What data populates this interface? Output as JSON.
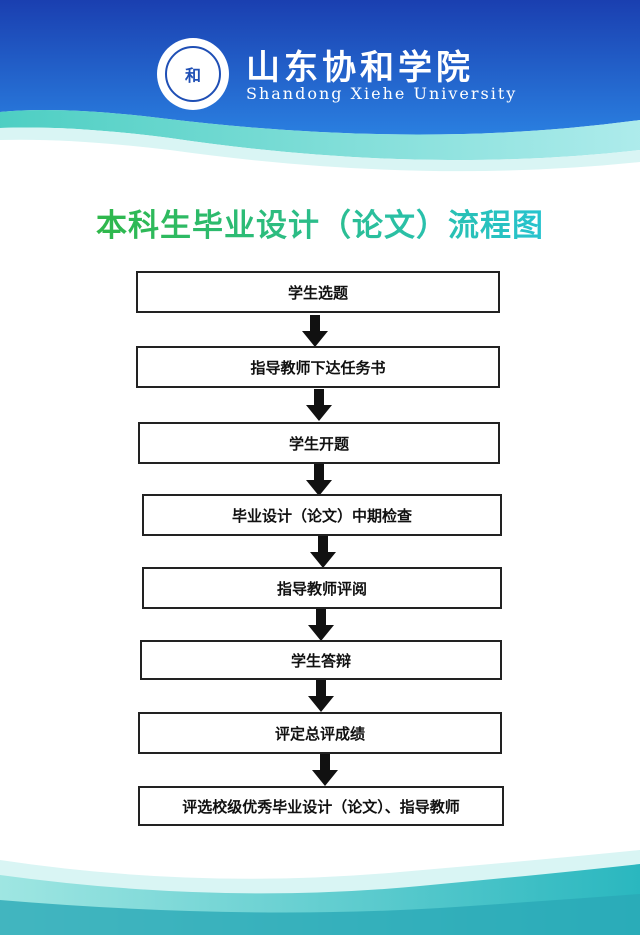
{
  "header": {
    "school_name_cn": "山东协和学院",
    "school_name_en": "Shandong Xiehe University",
    "logo_text": "和"
  },
  "title": "本科生毕业设计（论文）流程图",
  "steps": [
    "学生选题",
    "指导教师下达任务书",
    "学生开题",
    "毕业设计（论文）中期检查",
    "指导教师评阅",
    "学生答辩",
    "评定总评成绩",
    "评选校级优秀毕业设计（论文）、指导教师"
  ],
  "colors": {
    "header_blue": "#1f4fb5",
    "header_teal": "#3ac8cf",
    "title_start": "#2fb84a",
    "title_end": "#27c3cf",
    "box_border": "#222222"
  }
}
